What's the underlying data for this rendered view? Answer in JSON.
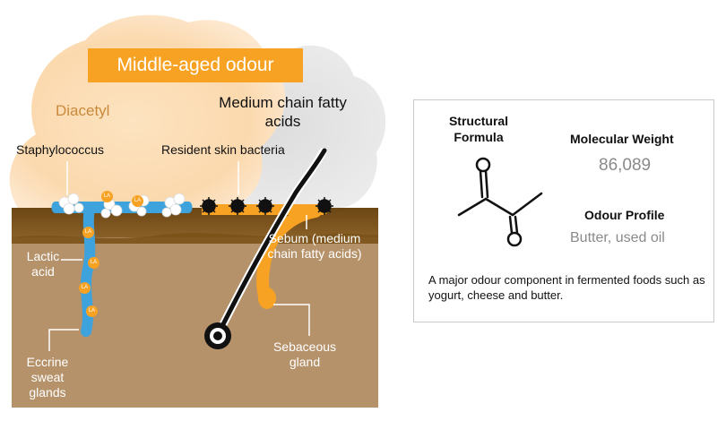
{
  "title": "Middle-aged odour",
  "labels": {
    "diacetyl": "Diacetyl",
    "medium_chain": "Medium chain fatty acids",
    "staphylococcus": "Staphylococcus",
    "resident_bacteria": "Resident skin bacteria",
    "lactic_acid": "Lactic acid",
    "sebum": "Sebum (medium chain fatty acids)",
    "sebaceous_gland": "Sebaceous gland",
    "eccrine": "Eccrine sweat glands"
  },
  "badge_text": "LA",
  "card": {
    "structural_formula": "Structural Formula",
    "molecular_weight_label": "Molecular Weight",
    "molecular_weight_value": "86,089",
    "odour_profile_label": "Odour Profile",
    "odour_profile_value": "Butter, used oil",
    "description": "A major odour component in fermented foods such as yogurt, cheese and butter."
  },
  "colors": {
    "cloud": "#fbd7a8",
    "odour_smoke": "#d5d5d5",
    "orange": "#f7a223",
    "skin_top": "#7a5218",
    "skin_body": "#b5926a",
    "sweat": "#3ea3dc",
    "bacteria_dark": "#111111"
  }
}
